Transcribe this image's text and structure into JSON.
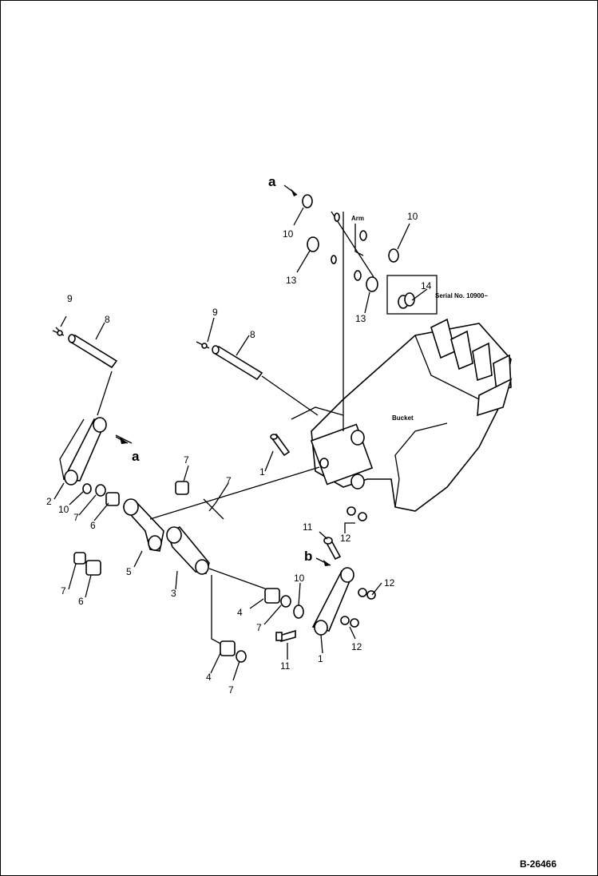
{
  "callouts": {
    "c1a": "1",
    "c1b": "1",
    "c2": "2",
    "c3": "3",
    "c4a": "4",
    "c4b": "4",
    "c5": "5",
    "c6a": "6",
    "c6b": "6",
    "c7a": "7",
    "c7b": "7",
    "c7c": "7",
    "c7d": "7",
    "c7e": "7",
    "c8a": "8",
    "c8b": "8",
    "c9a": "9",
    "c9b": "9",
    "c10a": "10",
    "c10b": "10",
    "c10c": "10",
    "c10d": "10",
    "c11a": "11",
    "c11b": "11",
    "c12a": "12",
    "c12b": "12",
    "c12c": "12",
    "c13a": "13",
    "c13b": "13",
    "c14": "14"
  },
  "refs": {
    "a1": "a",
    "a2": "a",
    "b": "b"
  },
  "labels": {
    "arm": "Arm",
    "bucket": "Bucket",
    "serial": "Serial No. 10900~"
  },
  "figure_number": "B-26466"
}
